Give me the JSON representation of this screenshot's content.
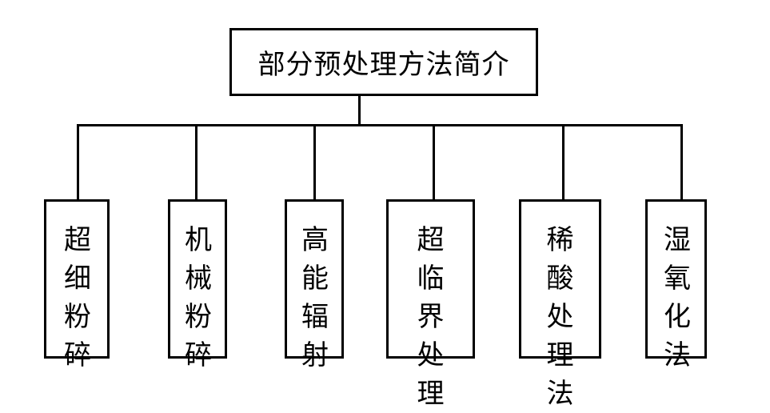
{
  "root": {
    "label": "部分预处理方法简介"
  },
  "methods": [
    "超细粉碎",
    "机械粉碎",
    "高能辐射",
    "超临界处理",
    "稀酸处理法",
    "湿氧化法"
  ]
}
